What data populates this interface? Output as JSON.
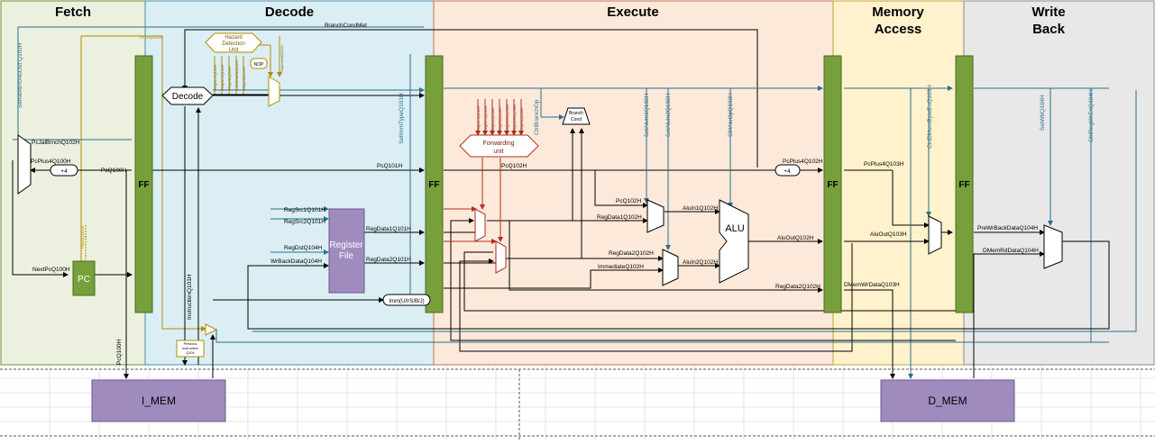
{
  "stages": {
    "fetch": "Fetch",
    "decode": "Decode",
    "execute": "Execute",
    "memory_line1": "Memory",
    "memory_line2": "Access",
    "writeback_line1": "Write",
    "writeback_line2": "Back"
  },
  "blocks": {
    "ff": "FF",
    "pc": "PC",
    "decode": "Decode",
    "register_file_line1": "Register",
    "register_file_line2": "File",
    "alu": "ALU",
    "imm": "Imm(U/I/S/B/J)",
    "i_mem": "I_MEM",
    "d_mem": "D_MEM",
    "hazard_line1": "Hazard",
    "hazard_line2": "Detection",
    "hazard_line3": "Unit",
    "nop": "NOP",
    "forwarding_line1": "Forwarding",
    "forwarding_line2": "unit",
    "branch_line1": "Branch",
    "branch_line2": "Cond",
    "prev_instr_line1": "Previous",
    "prev_instr_line2": "Instruction",
    "prev_instr_line3": "Q104",
    "plus4_fetch": "+4",
    "plus4_exec": "+4"
  },
  "signals": {
    "branch_cond_met": "BranchCondMet",
    "pc_q100": "PcQ100H",
    "pc_q101": "PcQ101H",
    "pc_q102_top": "PcQ102H",
    "pc_q102_exec": "PcQ102H",
    "pc_plus4_q100": "PcPlus4Q100H",
    "pc_jal_brnch_q102": "PcJalBrnchQ102H",
    "next_pc_q100": "NextPcQ100H",
    "pc_q100_imem": "PcQ100H",
    "sel_next_pc": "SelNextPcAluOut Q102H",
    "pc_en_q101": "PcEnQ101H",
    "pc_en": "PcEnQ101H",
    "instruction_q101": "InstructionQ101H",
    "sel_imm_type": "SelImmTypeQ101H",
    "reg_src1_q101": "RegSrc1Q101H",
    "reg_src2_q101": "RegSrc2Q101H",
    "reg_dst_q104": "RegDstQ104H",
    "wr_back_data_q104": "WrBackDataQ104H",
    "reg_data1_q101": "RegData1Q101H",
    "reg_data2_q101": "RegData2Q101H",
    "reg_data1_q102": "RegData1Q102H",
    "reg_data2_q102_a": "RegData2Q102H",
    "reg_data2_q102_b": "RegData2Q102H",
    "immediate_q102": "ImmediateQ102H",
    "pc_q102_alu": "PcQ102H",
    "alu_in1": "AluIn1Q102H",
    "alu_in2": "AluIn2Q102H",
    "sel_alu_in1": "SelAluIn1Q102H",
    "sel_alu_in2": "SelAluIn2Q102H",
    "ctrl_alu_op": "CtrlAluOpQ102H",
    "ctrl_branch_op": "CtrlBranchOp",
    "alu_out_q102": "AluOutQ102H",
    "alu_out_q103": "AluOutQ103H",
    "pc_plus4_q102": "PcPlus4Q102H",
    "pc_plus4_q103": "PcPlus4Q103H",
    "dmem_wr_data_q103": "DMemWrDataQ103H",
    "ctrl_dmem_byte_en": "CtrlDMemByteEnQ103H",
    "sel_wb_q104": "SelWbQ104H",
    "ctrl_reg_wr_en": "CtrlRegWrEnQ104H",
    "pre_wr_back_data": "PreWrBackDataQ104H",
    "dmem_rd_data": "DMemRdDataQ104H",
    "hazard_in": [
      "RegSrc1Q101H",
      "RegSrc2Q101H",
      "RegDstQ102H",
      "CtrlMemRdQ102H",
      "RegDstQ102H"
    ],
    "nop_out": "NopInsertQ101H",
    "fwd_in": [
      "RegSrc1Q102H",
      "RegSrc2Q102H",
      "RegDstQ103H",
      "RegDstQ104H",
      "RegWrEnQ103H",
      "RegWrEnQ104H",
      "RegDstQ103H"
    ]
  },
  "colors": {
    "fetch_bg": "#ebf1de",
    "decode_bg": "#dbeef4",
    "execute_bg": "#fde9d9",
    "memory_bg": "#fff2cc",
    "writeback_bg": "#e8e8e8",
    "ff_green": "#77a03c",
    "purple": "#a08bbf",
    "teal": "#2a6f8c",
    "red": "#b03020",
    "olive": "#b08c00"
  }
}
